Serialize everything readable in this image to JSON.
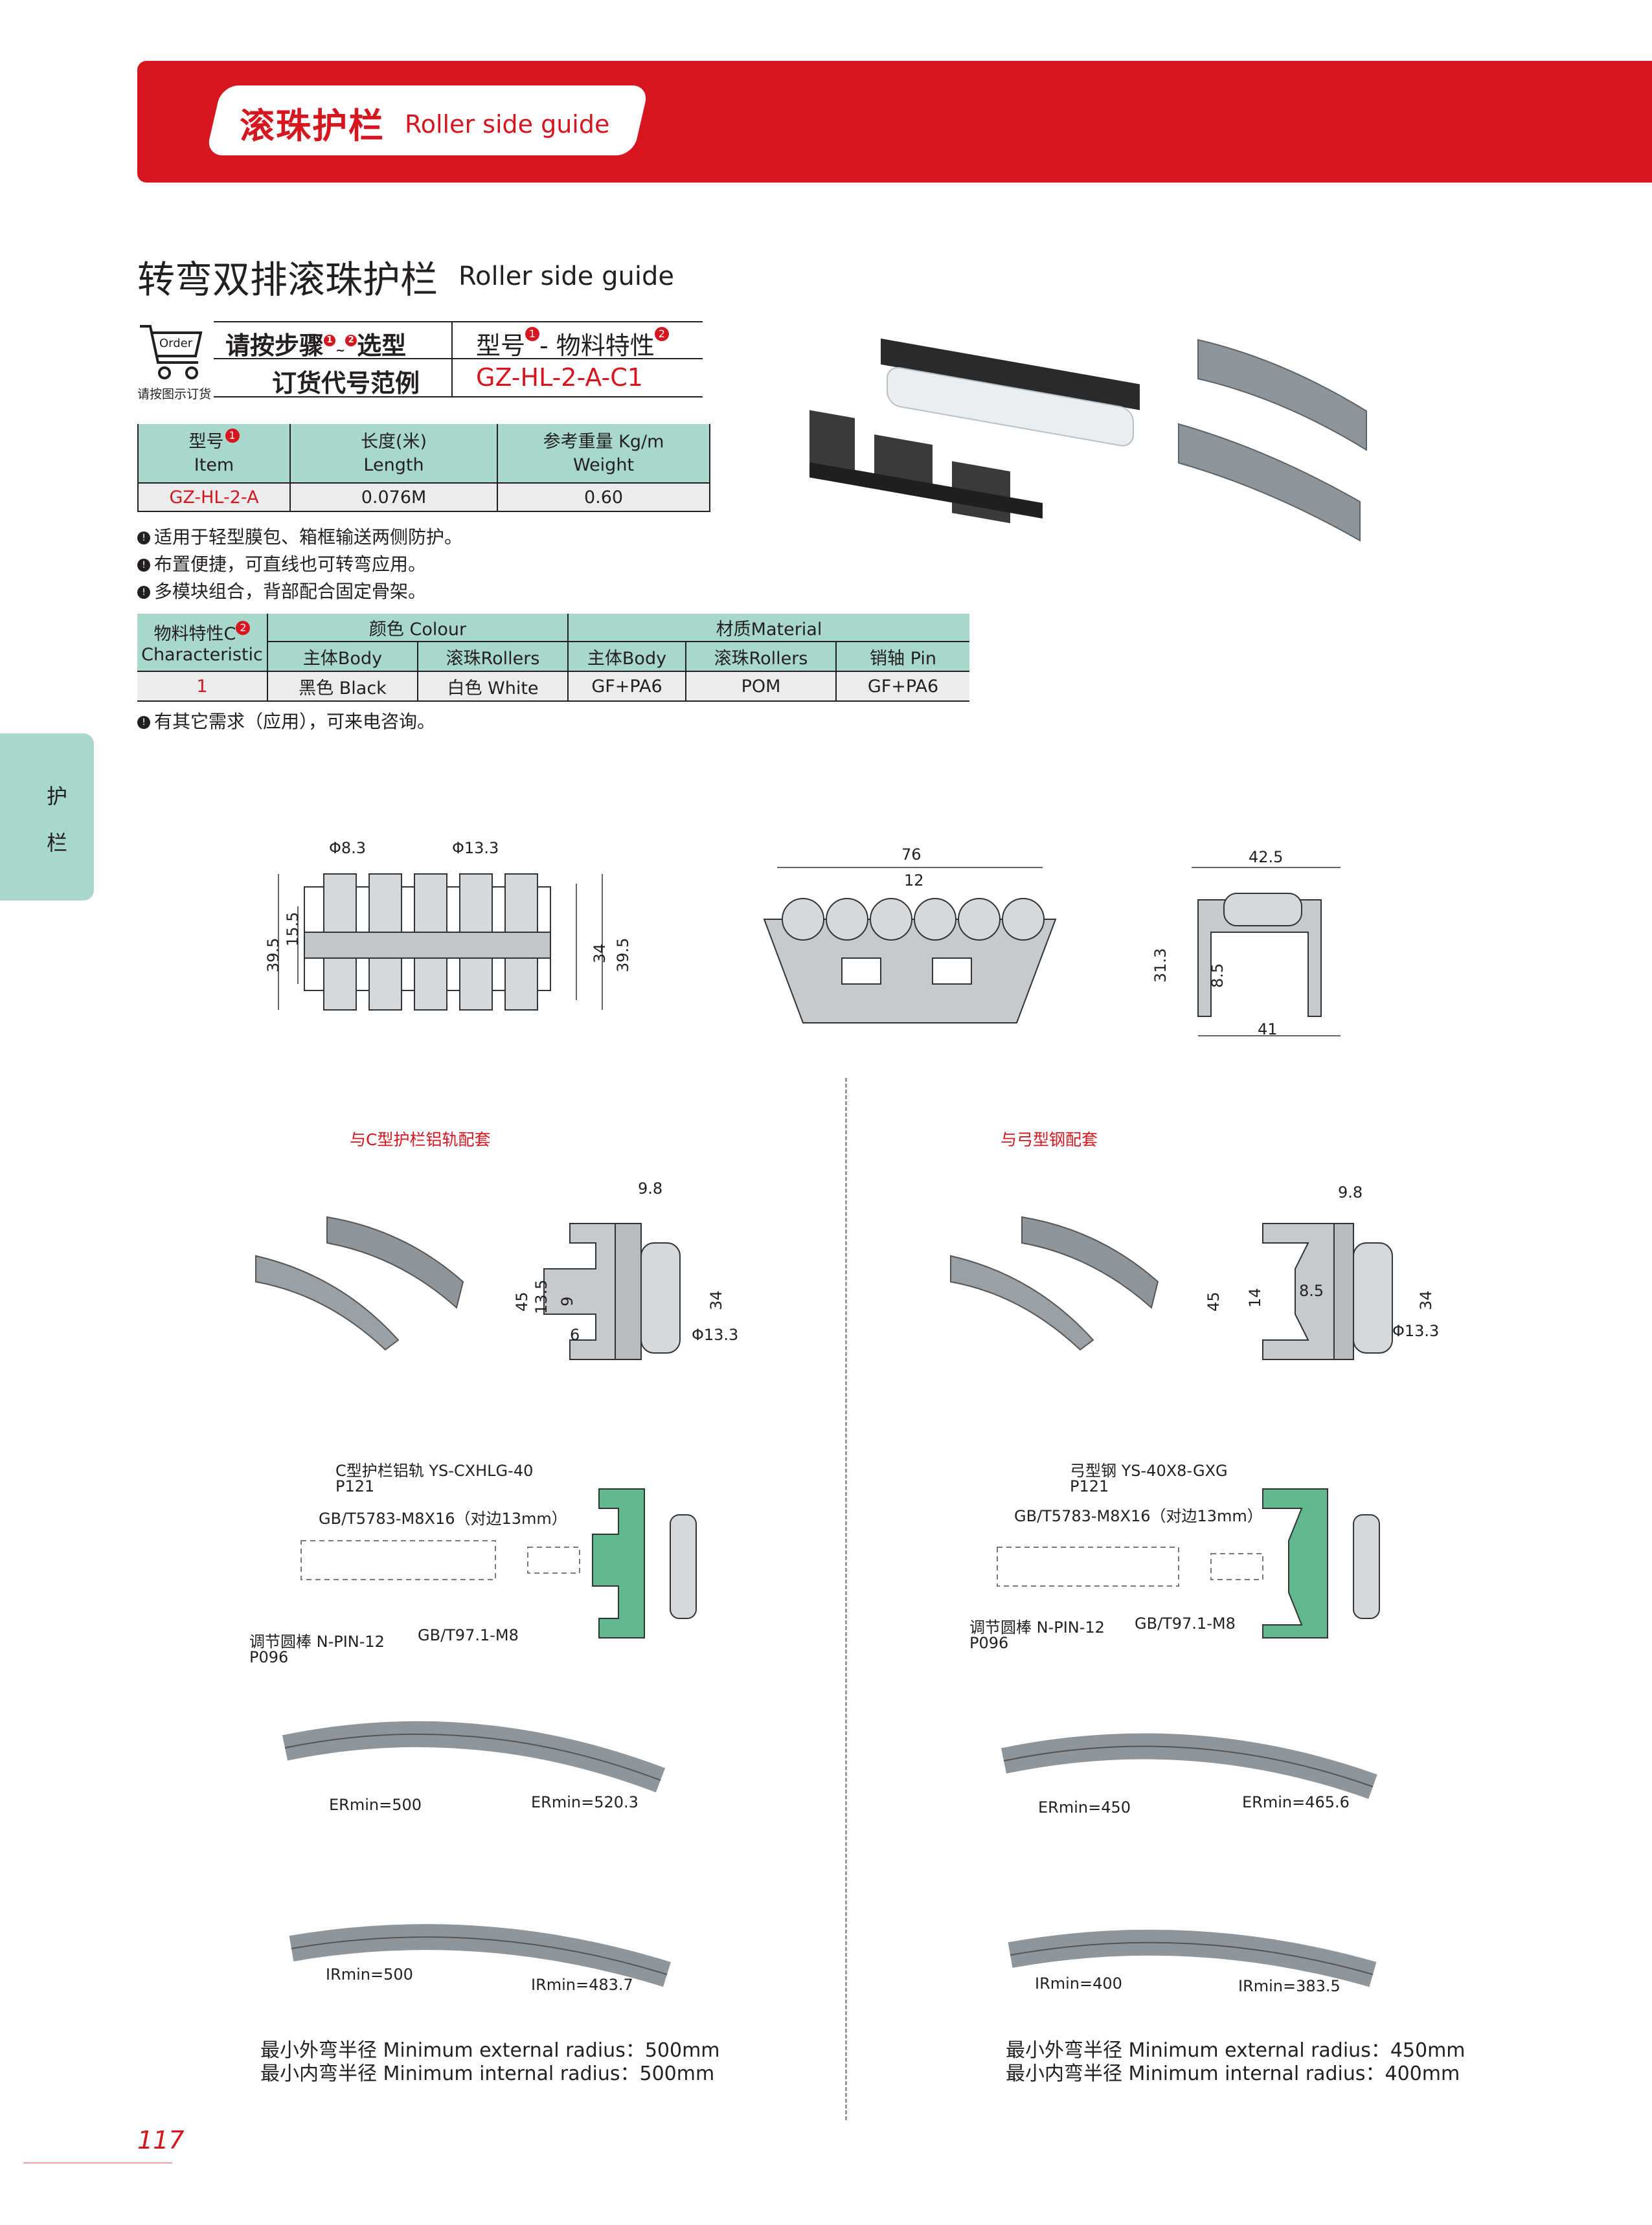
{
  "header": {
    "title_cn": "滚珠护栏",
    "title_en": "Roller side guide"
  },
  "side_tab": {
    "c1": "护",
    "c2": "栏"
  },
  "title": {
    "cn": "转弯双排滚珠护栏",
    "en": "Roller side guide"
  },
  "order": {
    "cart_label": "Order",
    "caption": "请按图示订货",
    "step_a": "请按步骤",
    "step_b": "选型",
    "badge1": "1",
    "badge_sep": "~",
    "badge2": "2",
    "model_a": "型号",
    "model_b": "- 物料特性",
    "example_label": "订货代号范例",
    "example_code": "GZ-HL-2-A-C1"
  },
  "spec_table": {
    "headers": [
      {
        "cn": "型号",
        "en": "Item"
      },
      {
        "cn": "长度(米)",
        "en": "Length"
      },
      {
        "cn": "参考重量 Kg/m",
        "en": "Weight"
      }
    ],
    "row": [
      "GZ-HL-2-A",
      "0.076M",
      "0.60"
    ]
  },
  "notes": [
    "适用于轻型膜包、箱框输送两侧防护。",
    "布置便捷，可直线也可转弯应用。",
    "多模块组合，背部配合固定骨架。"
  ],
  "material_table": {
    "char_cn": "物料特性C",
    "char_en": "Characteristic",
    "colour": "颜色 Colour",
    "material": "材质Material",
    "sub": [
      "主体Body",
      "滚珠Rollers",
      "主体Body",
      "滚珠Rollers",
      "销轴  Pin"
    ],
    "row": [
      "1",
      "黑色  Black",
      "白色  White",
      "GF+PA6",
      "POM",
      "GF+PA6"
    ]
  },
  "note2": "有其它需求（应用），可来电咨询。",
  "dims": {
    "top": {
      "d1": "Φ8.3",
      "d2": "Φ13.3",
      "h1": "39.5",
      "h2": "15.5",
      "h3": "34",
      "h4": "39.5"
    },
    "front": {
      "w": "76",
      "p": "12"
    },
    "side": {
      "w1": "42.5",
      "h": "31.3",
      "h2": "8.5",
      "w2": "41"
    }
  },
  "left": {
    "title": "与C型护栏铝轨配套",
    "dims": {
      "w": "9.8",
      "h1": "45",
      "h2": "13.5",
      "h3": "9",
      "h4": "6",
      "h5": "34",
      "d": "Φ13.3"
    },
    "rail_label": "C型护栏铝轨 YS-CXHLG-40",
    "rail_page": "P121",
    "screw": "GB/T5783-M8X16（对边13mm）",
    "pin": "调节圆棒 N-PIN-12",
    "pin_page": "P096",
    "nut": "GB/T97.1-M8",
    "er1": "ERmin=500",
    "er2": "ERmin=520.3",
    "ir1": "IRmin=500",
    "ir2": "IRmin=483.7",
    "ext": "最小外弯半径 Minimum external radius：500mm",
    "int": "最小内弯半径 Minimum internal radius：500mm"
  },
  "right": {
    "title": "与弓型钢配套",
    "dims": {
      "w": "9.8",
      "h1": "45",
      "h2": "14",
      "h3": "8.5",
      "h5": "34",
      "d": "Φ13.3"
    },
    "rail_label": "弓型钢 YS-40X8-GXG",
    "rail_page": "P121",
    "screw": "GB/T5783-M8X16（对边13mm）",
    "pin": "调节圆棒 N-PIN-12",
    "pin_page": "P096",
    "nut": "GB/T97.1-M8",
    "er1": "ERmin=450",
    "er2": "ERmin=465.6",
    "ir1": "IRmin=400",
    "ir2": "IRmin=383.5",
    "ext": "最小外弯半径 Minimum external radius：450mm",
    "int": "最小内弯半径 Minimum internal radius：400mm"
  },
  "page_number": "117",
  "colors": {
    "brand_red": "#d7151f",
    "table_teal": "#a8d8cb",
    "rail_green": "#5fb98c"
  }
}
